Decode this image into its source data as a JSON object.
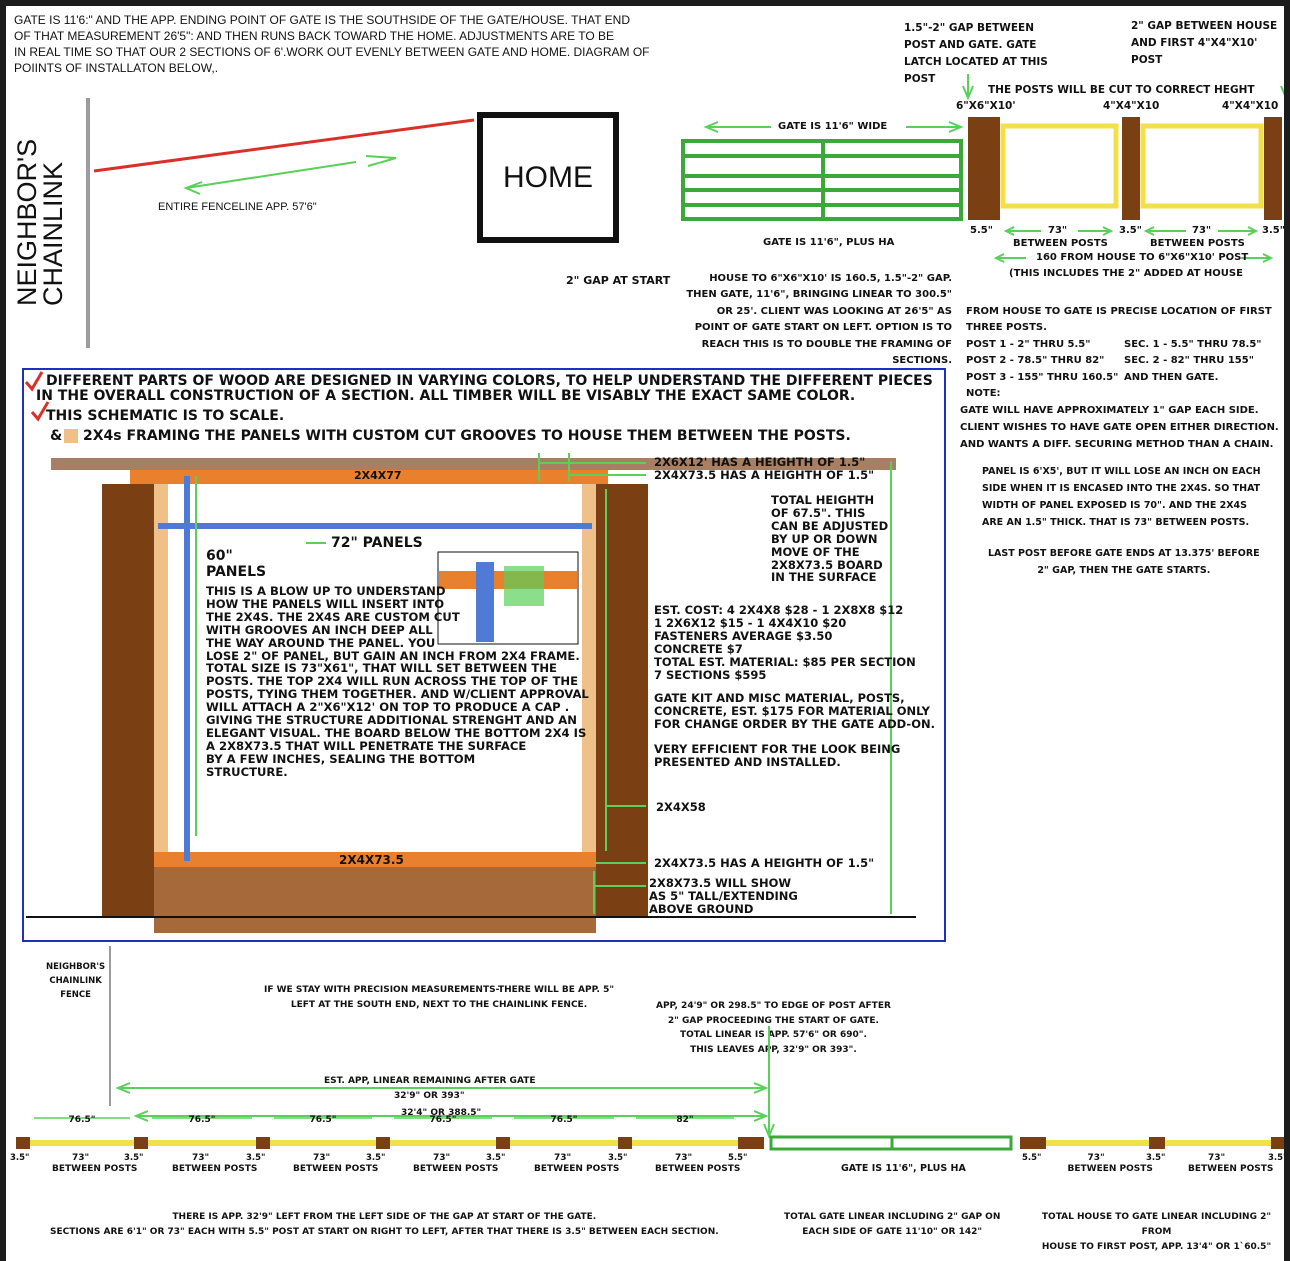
{
  "top_note": "GATE IS 11'6:\" AND THE APP. ENDING POINT OF GATE IS THE SOUTHSIDE OF THE GATE/HOUSE.  THAT END\nOF THAT MEASUREMENT 26'5\": AND THEN RUNS BACK TOWARD THE HOME.  ADJUSTMENTS ARE TO BE\nIN REAL TIME SO THAT OUR 2 SECTIONS OF 6'.WORK OUT EVENLY BETWEEN GATE AND HOME.  DIAGRAM OF\nPOIINTS OF INSTALLATON BELOW,.",
  "neighbors_chainlink": "NEIGHBOR'S\nCHAINLINK",
  "home_label": "HOME",
  "entire_fenceline": "ENTIRE FENCELINE APP. 57'6\"",
  "gap_at_start": "2\" GAP AT START",
  "gate_wide_label": "GATE IS 11'6\" WIDE",
  "gate_plus_ha": "GATE IS 11'6\", PLUS HA",
  "gap_note_post_gate": "1.5\"-2\" GAP BETWEEN\nPOST AND GATE.  GATE\nLATCH LOCATED AT THIS\nPOST",
  "gap_note_house": "2\" GAP BETWEEN HOUSE\nAND FIRST 4\"X4\"X10' POST",
  "posts_cut_note": "THE POSTS WILL BE CUT TO CORRECT HEGHT",
  "post_label_6x6": "6\"X6\"X10'",
  "post_label_4x4_a": "4\"X4\"X10",
  "post_label_4x4_b": "4\"X4\"X10",
  "dim_55": "5.5\"",
  "dim_35": "3.5\"",
  "dim_35_end": "3.5\"",
  "dim_73": "73\"",
  "between_posts": "BETWEEN POSTS",
  "from_house_160": "160 FROM HOUSE TO 6\"X6\"X10' POST",
  "includes_2": "(THIS INCLUDES THE 2\" ADDED AT HOUSE",
  "house_to_6x6": "HOUSE TO 6\"X6\"X10' IS 160.5, 1.5\"-2\" GAP.\nTHEN GATE, 11'6\", BRINGING LINEAR TO 300.5\"\nOR 25'. CLIENT WAS LOOKING AT 26'5\" AS\nPOINT OF GATE START ON LEFT.  OPTION IS TO\nREACH THIS IS TO DOUBLE THE FRAMING OF\nSECTIONS.",
  "precise_location": "FROM HOUSE TO GATE IS PRECISE LOCATION OF FIRST\nTHREE POSTS.",
  "posts_list": "POST 1 - 2\" THRU 5.5\"\nPOST 2 - 78.5\" THRU 82\"\nPOST 3 - 155\" THRU 160.5\"\nNOTE:",
  "secs_list": "SEC. 1 - 5.5\" THRU 78.5\"\nSEC. 2 - 82\" THRU 155\"\nAND THEN GATE.",
  "gate_gap_note": "GATE WILL HAVE APPROXIMATELY 1\" GAP EACH SIDE.\nCLIENT WISHES TO HAVE GATE OPEN EITHER DIRECTION.\nAND WANTS A DIFF. SECURING METHOD THAN A CHAIN.",
  "panel_note": "PANEL IS 6'X5', BUT IT WILL LOSE AN INCH ON EACH\nSIDE WHEN IT IS ENCASED INTO THE 2X4S. SO THAT\nWIDTH OF PANEL EXPOSED IS 70\".  AND THE 2X4S\nARE AN 1.5\" THICK. THAT IS 73\" BETWEEN POSTS.",
  "last_post_note": "LAST POST BEFORE GATE ENDS AT  13.375' BEFORE\n2\" GAP, THEN THE GATE STARTS.",
  "check1": "DIFFERENT PARTS OF WOOD ARE DESIGNED IN VARYING COLORS, TO HELP UNDERSTAND THE DIFFERENT PIECES",
  "check1b": "IN THE OVERALL CONSTRUCTION OF A SECTION.  ALL TIMBER WILL BE VISABLY THE EXACT SAME COLOR.",
  "check2": "THIS SCHEMATIC IS TO SCALE.",
  "check3": "2X4s FRAMING THE PANELS WITH CUSTOM CUT GROOVES TO HOUSE THEM BETWEEN THE POSTS.",
  "amp": "&",
  "lbl_2x4x77": "2X4X77",
  "lbl_72_panels": "72\" PANELS",
  "lbl_60_panels": "60\"\nPANELS",
  "lbl_2x4x73_5": "2X4X73.5",
  "lbl_2x6x12": "2X6X12' HAS A HEIGHTH OF 1.5\"",
  "lbl_2x4x73_top": "2X4X73.5 HAS A HEIGHTH OF 1.5\"",
  "total_height": "TOTAL HEIGHTH\nOF 67.5\".  THIS\nCAN BE ADJUSTED\nBY UP OR DOWN\nMOVE OF THE\n2X8X73.5 BOARD\nIN THE SURFACE",
  "blowup_text": "THIS IS A BLOW UP TO UNDERSTAND\nHOW THE PANELS WILL INSERT INTO\nTHE 2X4S.  THE 2X4S ARE CUSTOM CUT\nWITH GROOVES AN INCH DEEP ALL\nTHE WAY AROUND THE PANEL.  YOU\nLOSE 2\" OF PANEL, BUT GAIN AN INCH FROM 2X4 FRAME.\nTOTAL SIZE IS 73\"X61\", THAT WILL SET BETWEEN THE\nPOSTS.  THE TOP 2X4 WILL RUN ACROSS THE TOP OF THE\nPOSTS, TYING THEM TOGETHER. AND W/CLIENT APPROVAL\nWILL ATTACH A 2\"X6\"X12' ON TOP TO PRODUCE A CAP .\nGIVING THE STRUCTURE ADDITIONAL STRENGHT AND AN\nELEGANT VISUAL.  THE BOARD BELOW THE BOTTOM 2X4 IS\nA 2X8X73.5 THAT WILL PENETRATE THE SURFACE\nBY A FEW INCHES, SEALING THE BOTTOM\nSTRUCTURE.",
  "est_cost": "EST. COST: 4 2X4X8 $28 - 1 2X8X8 $12\n               1 2X6X12 $15 - 1 4X4X10 $20\n               FASTENERS AVERAGE $3.50\n               CONCRETE $7\nTOTAL EST. MATERIAL: $85 PER SECTION\n7 SECTIONS $595",
  "gate_kit": "GATE KIT AND MISC MATERIAL, POSTS,\nCONCRETE, EST. $175 FOR MATERIAL ONLY\nFOR CHANGE ORDER BY THE GATE ADD-ON.",
  "very_efficient": "VERY EFFICIENT FOR THE LOOK BEING\nPRESENTED AND INSTALLED.",
  "lbl_2x4x58": "2X4X58",
  "lbl_2x4x73_bottom": "2X4X73.5 HAS A HEIGHTH OF 1.5\"",
  "lbl_2x8": "2X8X73.5 WILL SHOW\nAS 5\" TALL/EXTENDING\nABOVE GROUND",
  "neighbor_fence_bottom": "NEIGHBOR'S\nCHAINLINK\nFENCE",
  "precision_note": "IF WE STAY WITH PRECISION MEASUREMENTS-THERE WILL BE APP. 5\"\nLEFT AT THE SOUTH END, NEXT TO THE CHAINLINK FENCE.",
  "app_249": "APP, 24'9\" OR 298.5\" TO EDGE OF POST AFTER\n2\" GAP PROCEEDING THE START OF GATE.\nTOTAL LINEAR IS APP. 57'6\" OR 690\".\nTHIS LEAVES APP, 32'9\" OR 393\".",
  "est_remaining": "EST. APP, LINEAR REMAINING AFTER GATE",
  "val_329": "32'9\" OR 393\"",
  "val_324": "32'4\" OR 388.5\"",
  "seg_765": "76.5\"",
  "seg_82": "82\"",
  "bottom_note_left": "THERE IS APP. 32'9\" LEFT FROM THE LEFT SIDE OF THE GAP AT START OF THE GATE.\nSECTIONS ARE 6'1\" OR 73\" EACH WITH 5.5\" POST AT START ON RIGHT TO LEFT, AFTER THAT THERE IS 3.5\" BETWEEN EACH SECTION.",
  "bottom_note_mid": "TOTAL GATE LINEAR INCLUDING 2\" GAP ON\nEACH SIDE OF GATE 11'10\" OR 142\"",
  "bottom_note_right": "TOTAL HOUSE TO GATE LINEAR INCLUDING 2\" FROM\nHOUSE TO FIRST POST, APP. 13'4\" OR 1`60.5\"",
  "colors": {
    "green": "#3ca83c",
    "brown": "#7a3f12",
    "orange": "#e8802e",
    "tan": "#f0c089",
    "yellow": "#f2e04a",
    "blue": "#4f7bd6",
    "red": "#d9302a",
    "frame_blue": "#1f2fc0",
    "ground_brown": "#a66a3a"
  }
}
